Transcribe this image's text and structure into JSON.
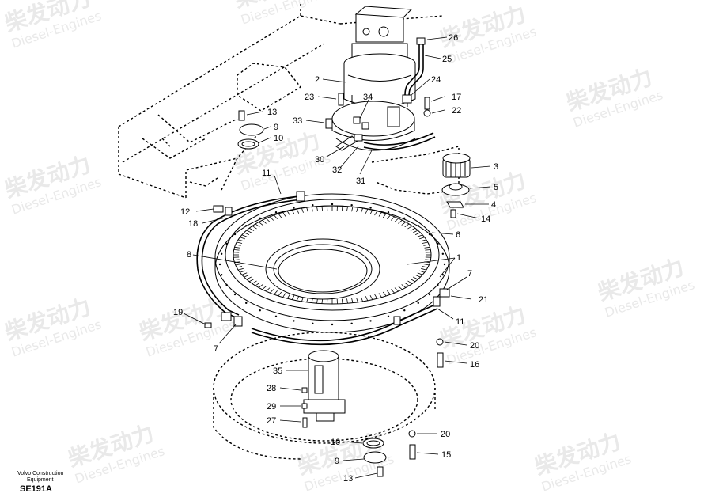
{
  "watermark": {
    "brand": "柴发动力",
    "subtitle": "Diesel-Engines"
  },
  "caption": {
    "line1": "Volvo Construction",
    "line2": "Equipment",
    "code": "SE191A"
  },
  "callouts": [
    {
      "id": "c26",
      "text": "26"
    },
    {
      "id": "c25",
      "text": "25"
    },
    {
      "id": "c2",
      "text": "2"
    },
    {
      "id": "c24",
      "text": "24"
    },
    {
      "id": "c23",
      "text": "23"
    },
    {
      "id": "c34",
      "text": "34"
    },
    {
      "id": "c17",
      "text": "17"
    },
    {
      "id": "c22",
      "text": "22"
    },
    {
      "id": "c13a",
      "text": "13"
    },
    {
      "id": "c33",
      "text": "33"
    },
    {
      "id": "c9a",
      "text": "9"
    },
    {
      "id": "c10a",
      "text": "10"
    },
    {
      "id": "c30",
      "text": "30"
    },
    {
      "id": "c32",
      "text": "32"
    },
    {
      "id": "c31",
      "text": "31"
    },
    {
      "id": "c3",
      "text": "3"
    },
    {
      "id": "c11a",
      "text": "11"
    },
    {
      "id": "c5",
      "text": "5"
    },
    {
      "id": "c4",
      "text": "4"
    },
    {
      "id": "c12",
      "text": "12"
    },
    {
      "id": "c14",
      "text": "14"
    },
    {
      "id": "c18",
      "text": "18"
    },
    {
      "id": "c6",
      "text": "6"
    },
    {
      "id": "c8",
      "text": "8"
    },
    {
      "id": "c1",
      "text": "1"
    },
    {
      "id": "c7a",
      "text": "7"
    },
    {
      "id": "c21",
      "text": "21"
    },
    {
      "id": "c19",
      "text": "19"
    },
    {
      "id": "c11b",
      "text": "11"
    },
    {
      "id": "c7b",
      "text": "7"
    },
    {
      "id": "c20a",
      "text": "20"
    },
    {
      "id": "c16",
      "text": "16"
    },
    {
      "id": "c35",
      "text": "35"
    },
    {
      "id": "c28",
      "text": "28"
    },
    {
      "id": "c29",
      "text": "29"
    },
    {
      "id": "c27",
      "text": "27"
    },
    {
      "id": "c20b",
      "text": "20"
    },
    {
      "id": "c10b",
      "text": "10"
    },
    {
      "id": "c15",
      "text": "15"
    },
    {
      "id": "c9b",
      "text": "9"
    },
    {
      "id": "c13b",
      "text": "13"
    }
  ]
}
